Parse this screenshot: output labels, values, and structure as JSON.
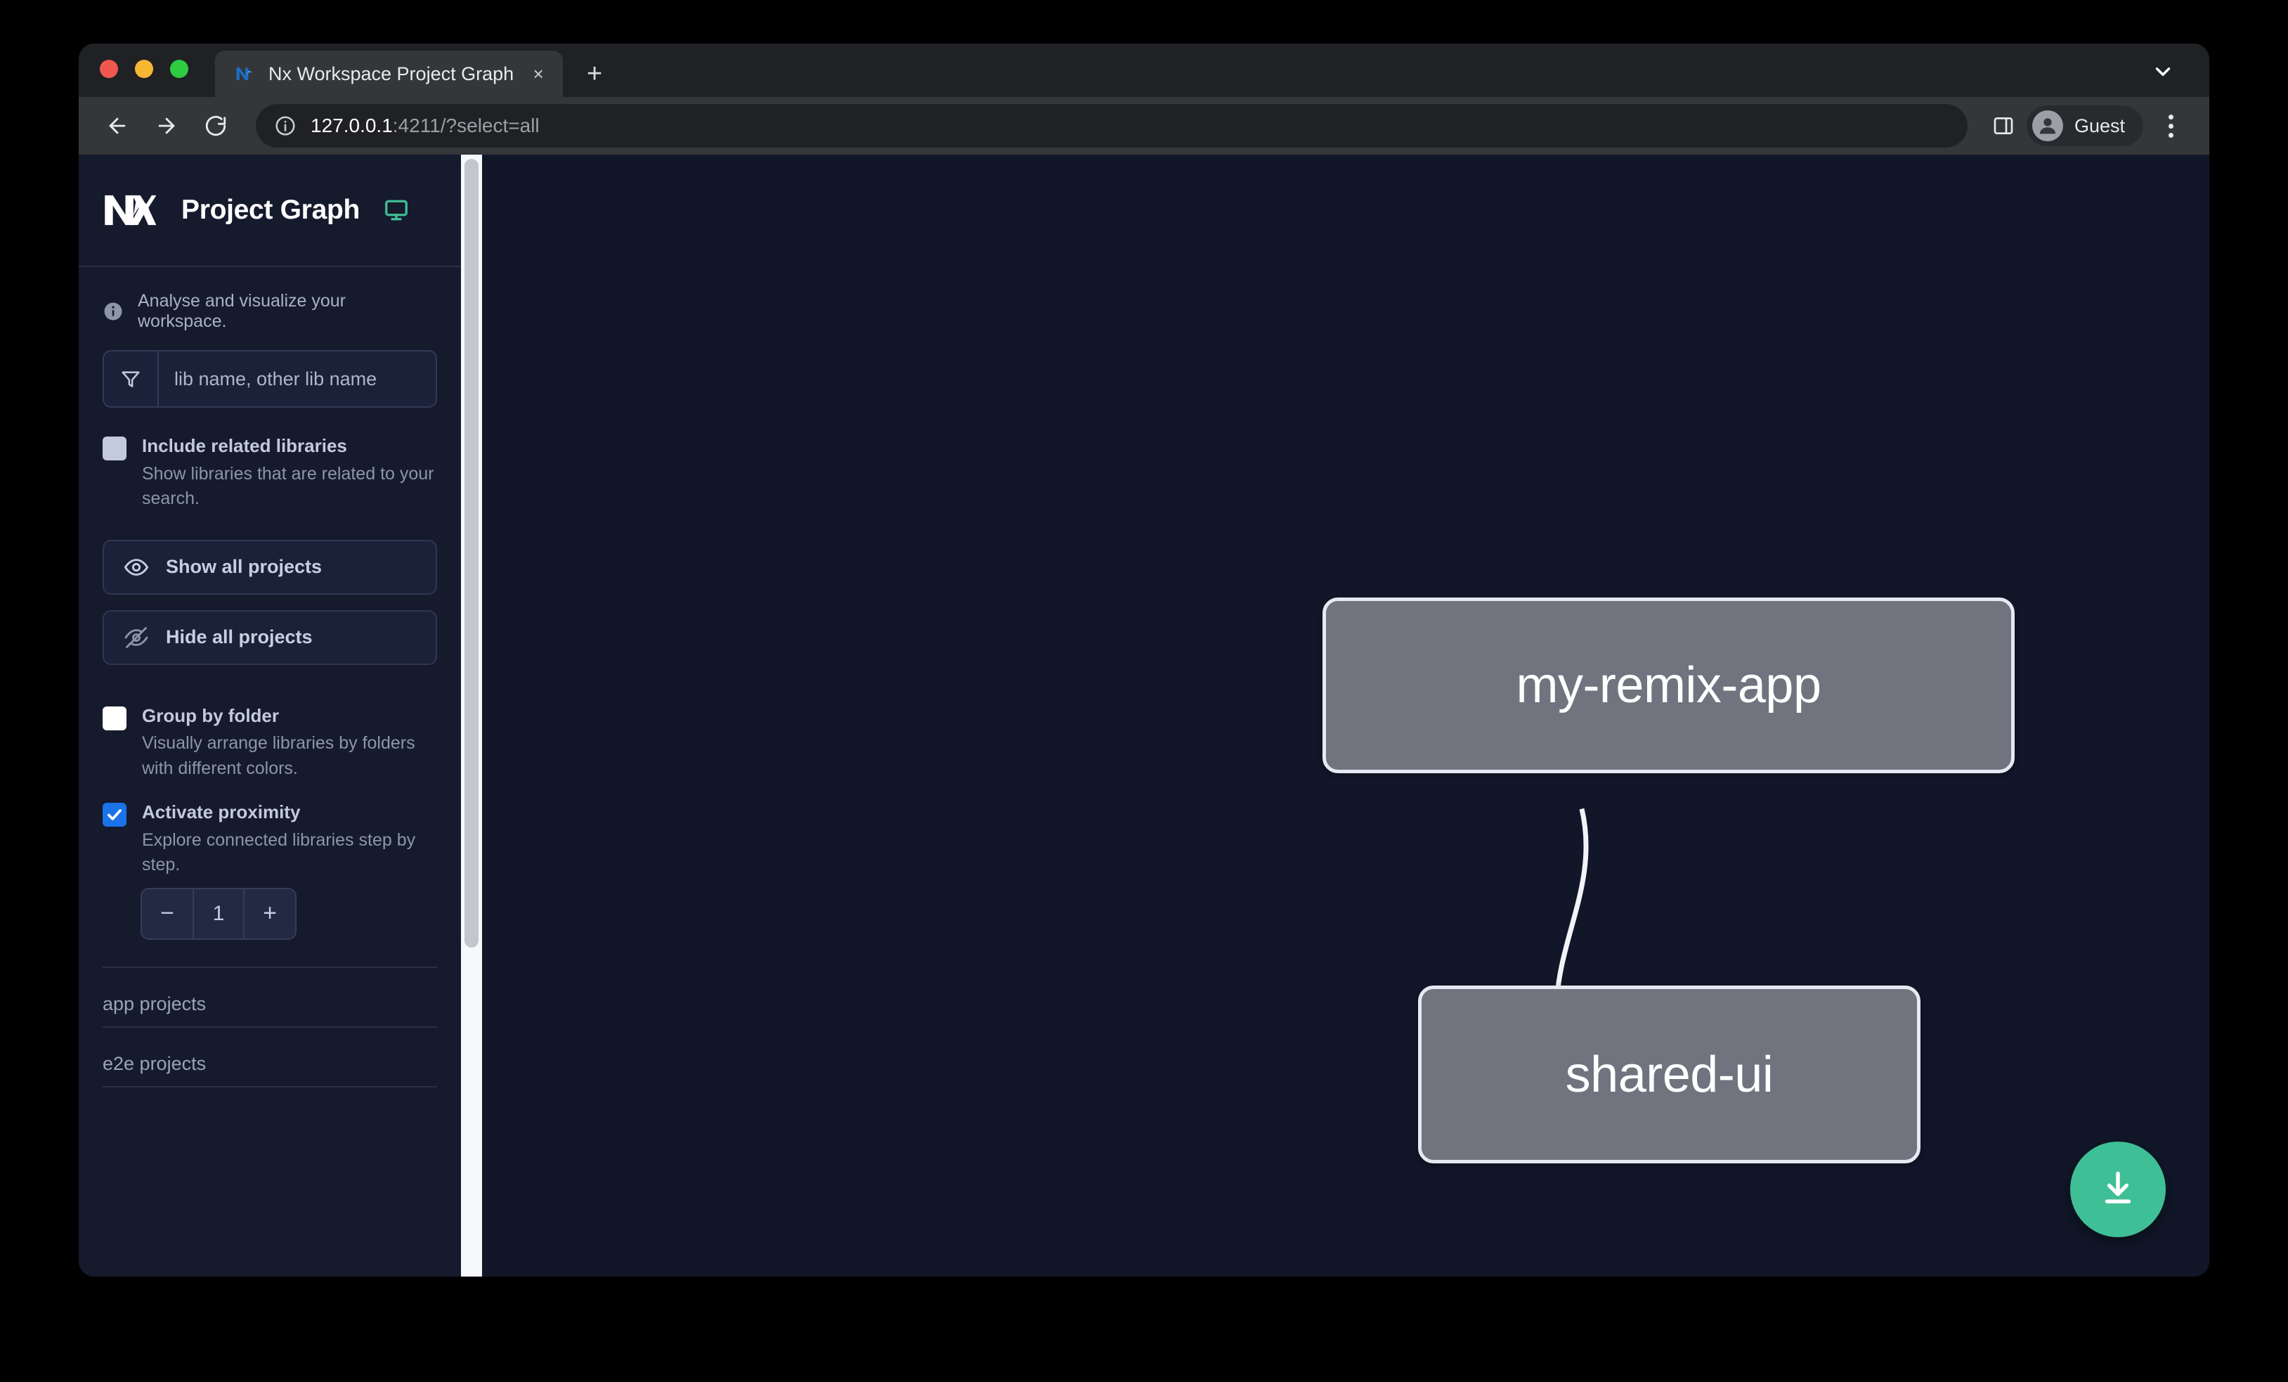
{
  "browser": {
    "window_controls": [
      "close",
      "minimize",
      "maximize"
    ],
    "tab": {
      "title": "Nx Workspace Project Graph",
      "favicon_name": "nx-favicon",
      "close_label": "×"
    },
    "new_tab_label": "+",
    "tab_list_icon": "chevron-down-icon",
    "toolbar": {
      "back_icon": "arrow-left-icon",
      "forward_icon": "arrow-right-icon",
      "reload_icon": "reload-icon",
      "site_info_icon": "info-circle-icon",
      "url_host": "127.0.0.1",
      "url_rest": ":4211/?select=all",
      "side_panel_icon": "side-panel-icon",
      "profile_name": "Guest",
      "profile_avatar_icon": "person-avatar-icon",
      "menu_icon": "kebab-menu-icon"
    }
  },
  "sidebar": {
    "logo_name": "nx-logo",
    "title": "Project Graph",
    "monitor_icon": "monitor-icon",
    "tagline": "Analyse and visualize your workspace.",
    "tagline_icon": "info-icon",
    "filter": {
      "icon": "funnel-filter-icon",
      "placeholder": "lib name, other lib name",
      "value": ""
    },
    "options": [
      {
        "title": "Include related libraries",
        "desc": "Show libraries that are related to your search.",
        "checked": false,
        "style": "grey"
      },
      {
        "title": "Group by folder",
        "desc": "Visually arrange libraries by folders with different colors.",
        "checked": false,
        "style": "white"
      },
      {
        "title": "Activate proximity",
        "desc": "Explore connected libraries step by step.",
        "checked": true,
        "style": "blue"
      }
    ],
    "buttons": [
      {
        "label": "Show all projects",
        "icon": "eye-icon"
      },
      {
        "label": "Hide all projects",
        "icon": "eye-off-icon"
      }
    ],
    "stepper": {
      "decrement_label": "−",
      "value": "1",
      "increment_label": "+"
    },
    "groups": [
      {
        "label": "app projects"
      },
      {
        "label": "e2e projects"
      }
    ]
  },
  "graph": {
    "nodes": [
      {
        "id": "my-remix-app",
        "label": "my-remix-app"
      },
      {
        "id": "shared-ui",
        "label": "shared-ui"
      }
    ],
    "edges": [
      {
        "from": "my-remix-app",
        "to": "shared-ui"
      }
    ],
    "download_button": {
      "icon": "download-icon",
      "color": "#3fbf96"
    }
  },
  "colors": {
    "page_background": "#111729",
    "sidebar_background": "#151a2d",
    "node_fill": "#71737f",
    "node_border": "#e6e8f2",
    "accent_green": "#3fbf96",
    "checkbox_blue": "#1a73e8"
  }
}
